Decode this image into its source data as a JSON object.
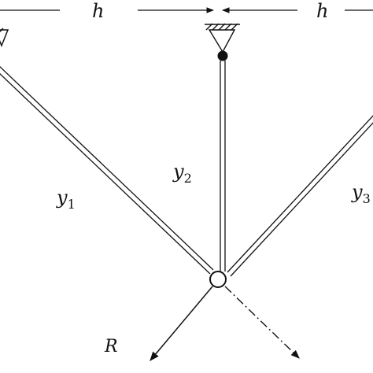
{
  "labels": {
    "h_left": "h",
    "h_right": "h",
    "y1_base": "y",
    "y1_sub": "1",
    "y2_base": "y",
    "y2_sub": "2",
    "y3_base": "y",
    "y3_sub": "3",
    "r": "R"
  },
  "colors": {
    "stroke": "#111111",
    "background": "#ffffff"
  }
}
